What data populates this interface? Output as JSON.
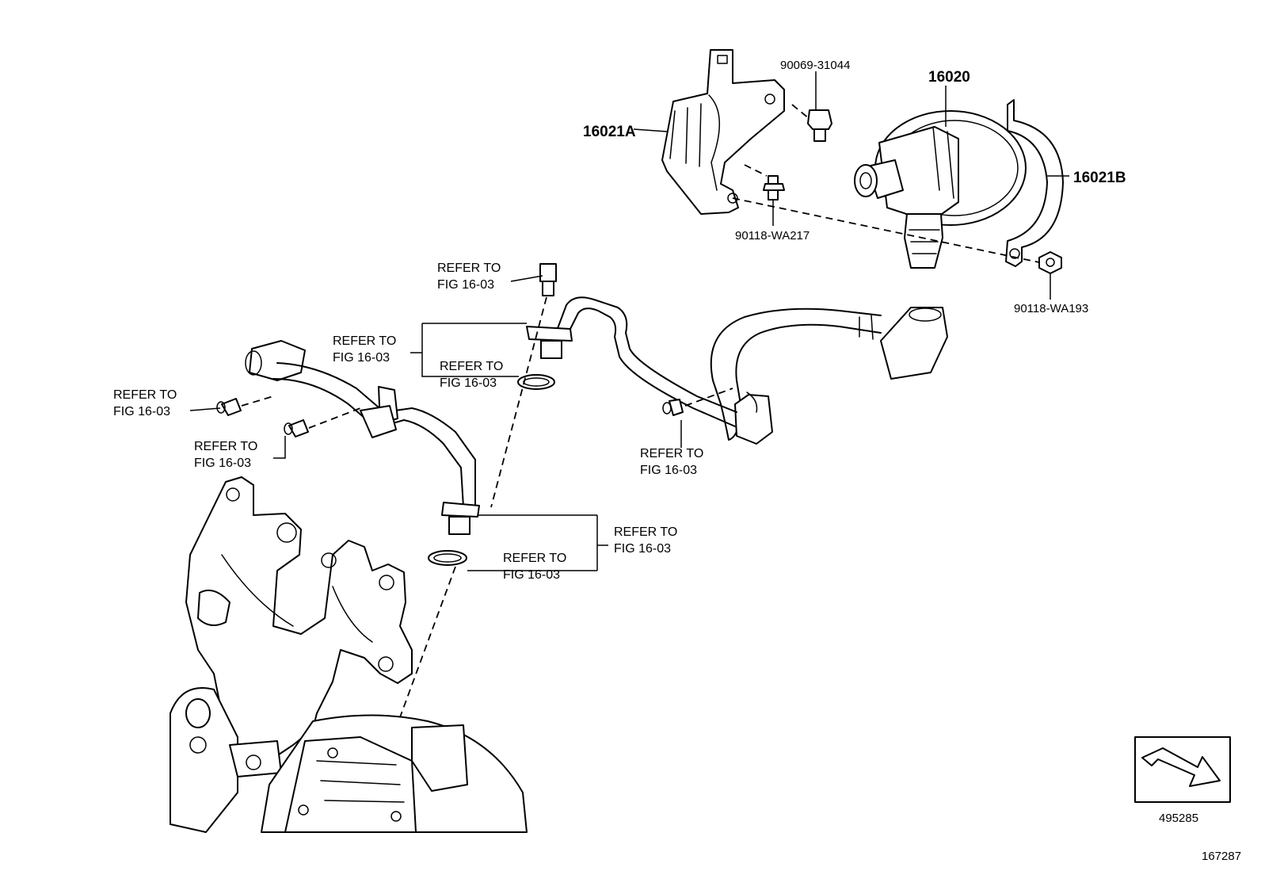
{
  "parts": {
    "bracket_a": "16021A",
    "pump": "16020",
    "bracket_b": "16021B",
    "bolt_top": "90069-31044",
    "stud_bolt": "90118-WA217",
    "nut": "90118-WA193"
  },
  "refs": {
    "line1": "REFER TO",
    "line2": "FIG 16-03"
  },
  "view_indicator": {
    "code": "495285",
    "arrow_icon": "direction-arrow-icon"
  },
  "illustration_number": "167287"
}
